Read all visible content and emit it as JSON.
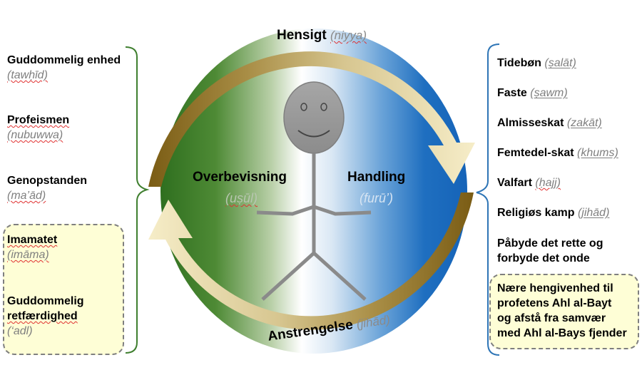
{
  "top_label": "Hensigt",
  "top_label_italic": "(niyya)",
  "bottom_label": "Anstrengelse",
  "bottom_label_italic": "(jihād)",
  "center_left_title": "Overbevisning",
  "center_left_italic": "(uṣūl)",
  "center_right_title": "Handling",
  "center_right_italic": "(furū’)",
  "left_items": [
    {
      "title": "Guddommelig enhed",
      "italic": "(tawḥīd)"
    },
    {
      "title": "Profeismen",
      "italic": "(nubuwwa)"
    },
    {
      "title": "Genopstanden",
      "italic": "(ma’ād)"
    }
  ],
  "left_box_items": [
    {
      "title": "Imamatet",
      "italic": "(imāma)"
    },
    {
      "title_line1": "Guddommelig",
      "title_line2": "retfærdighed",
      "italic": "(‘adl)"
    }
  ],
  "right_items": [
    {
      "title": "Tidebøn",
      "italic": "(ṣalāt)"
    },
    {
      "title": "Faste",
      "italic": "(ṣawm)"
    },
    {
      "title": "Almisseskat",
      "italic": "(zakāt)"
    },
    {
      "title": "Femtedel-skat",
      "italic": "(khums)"
    },
    {
      "title": "Valfart",
      "italic": "(ḥajj)"
    },
    {
      "title": "Religiøs kamp",
      "italic": "(jihād)"
    },
    {
      "line1": "Påbyde det rette og",
      "line2": "forbyde det onde"
    }
  ],
  "right_box_lines": [
    "Nære hengivenhed til",
    "profetens Ahl al-Bayt",
    "og afstå fra samvær",
    "med Ahl al-Bays fjender"
  ],
  "colors": {
    "green": "#3b7a2a",
    "blue": "#1565c0",
    "gold_dark": "#7a5c14",
    "gold_light": "#f2e4b4",
    "bracket_left": "#3f7f2f",
    "bracket_right": "#2e75b6",
    "box_fill": "#fefed6",
    "box_border": "#7f7f7f"
  }
}
